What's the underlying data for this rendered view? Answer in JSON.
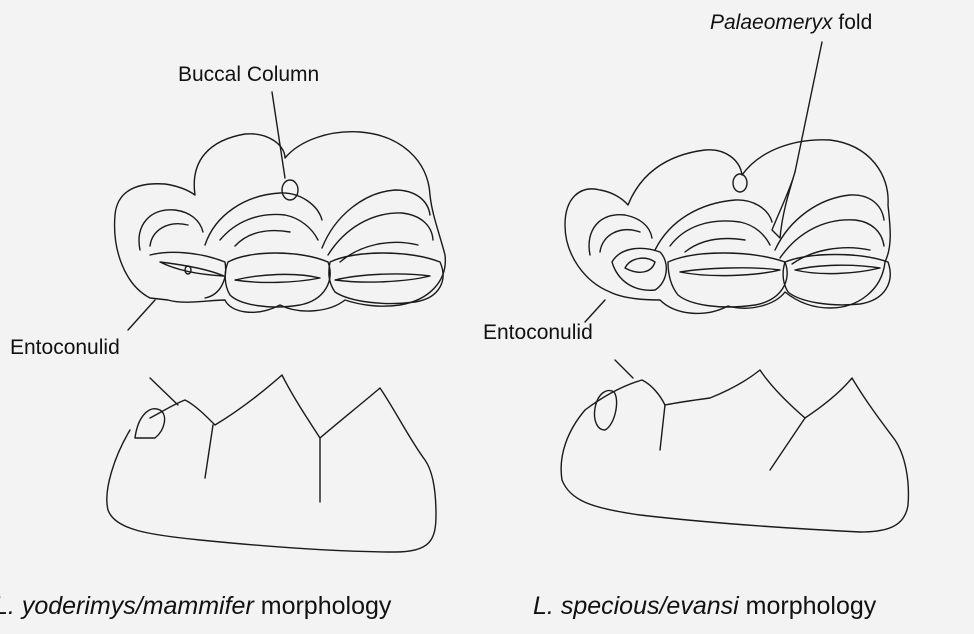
{
  "labels": {
    "buccal_column": "Buccal Column",
    "palaeomeryx_italic": "Palaeomeryx",
    "palaeomeryx_rest": " fold",
    "entoconulid_left": "Entoconulid",
    "entoconulid_right": "Entoconulid"
  },
  "captions": {
    "left_genus": "L.",
    "left_species": "yoderimys/mammifer",
    "left_rest": " morphology",
    "right_genus": "L.",
    "right_species": "specious/evansi",
    "right_rest": " morphology"
  }
}
